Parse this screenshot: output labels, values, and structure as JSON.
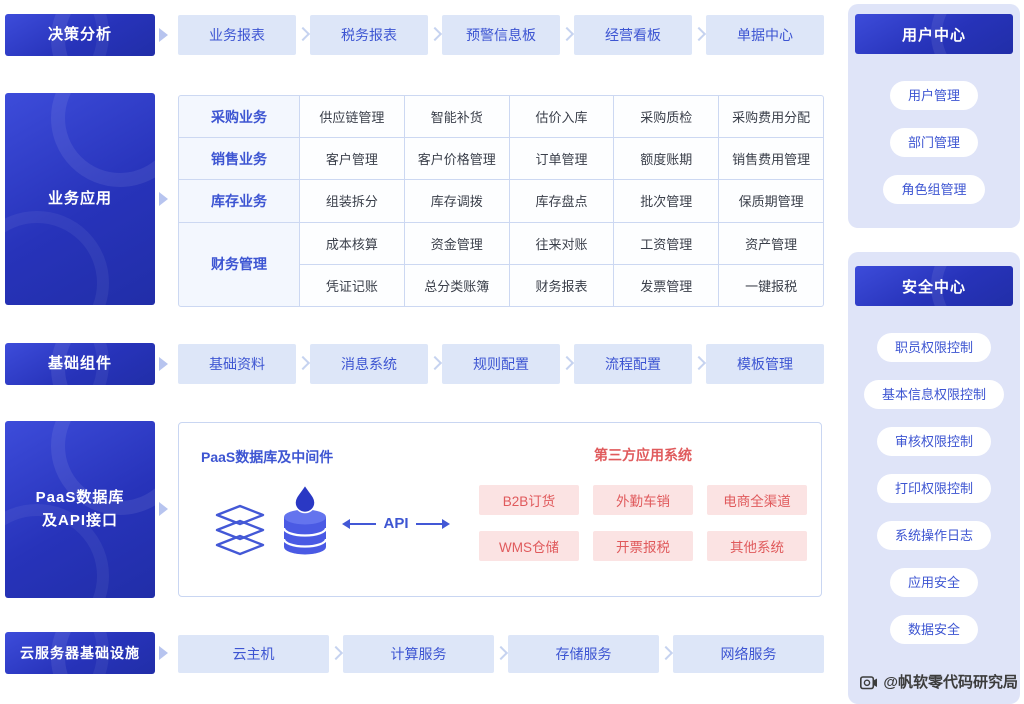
{
  "colors": {
    "accent": "#2733ba",
    "light_btn_bg": "#dde6f8",
    "light_btn_text": "#3d55d2",
    "pink_bg": "#fbe3e3",
    "pink_text": "#e05a5c",
    "panel_bg": "#dfe4f8"
  },
  "left_nav": {
    "decision": "决策分析",
    "business": "业务应用",
    "foundation": "基础组件",
    "paas": "PaaS数据库\n及API接口",
    "cloud": "云服务器基础设施"
  },
  "decision_row": [
    "业务报表",
    "税务报表",
    "预警信息板",
    "经营看板",
    "单据中心"
  ],
  "business_table": {
    "rows": [
      {
        "header": "采购业务",
        "cells": [
          "供应链管理",
          "智能补货",
          "估价入库",
          "采购质检",
          "采购费用分配"
        ]
      },
      {
        "header": "销售业务",
        "cells": [
          "客户管理",
          "客户价格管理",
          "订单管理",
          "额度账期",
          "销售费用管理"
        ]
      },
      {
        "header": "库存业务",
        "cells": [
          "组装拆分",
          "库存调拨",
          "库存盘点",
          "批次管理",
          "保质期管理"
        ]
      },
      {
        "header": "财务管理",
        "cells": [
          "成本核算",
          "资金管理",
          "往来对账",
          "工资管理",
          "资产管理"
        ],
        "cells2": [
          "凭证记账",
          "总分类账簿",
          "财务报表",
          "发票管理",
          "一键报税"
        ]
      }
    ]
  },
  "foundation_row": [
    "基础资料",
    "消息系统",
    "规则配置",
    "流程配置",
    "模板管理"
  ],
  "paas_box": {
    "title": "PaaS数据库及中间件",
    "third_party_title": "第三方应用系统",
    "api_label": "API",
    "apps_row1": [
      "B2B订货",
      "外勤车销",
      "电商全渠道"
    ],
    "apps_row2": [
      "WMS仓储",
      "开票报税",
      "其他系统"
    ]
  },
  "cloud_row": [
    "云主机",
    "计算服务",
    "存储服务",
    "网络服务"
  ],
  "user_center": {
    "title": "用户中心",
    "items": [
      "用户管理",
      "部门管理",
      "角色组管理"
    ]
  },
  "security_center": {
    "title": "安全中心",
    "items": [
      "职员权限控制",
      "基本信息权限控制",
      "审核权限控制",
      "打印权限控制",
      "系统操作日志",
      "应用安全",
      "数据安全"
    ]
  },
  "watermark": "@帆软零代码研究局"
}
